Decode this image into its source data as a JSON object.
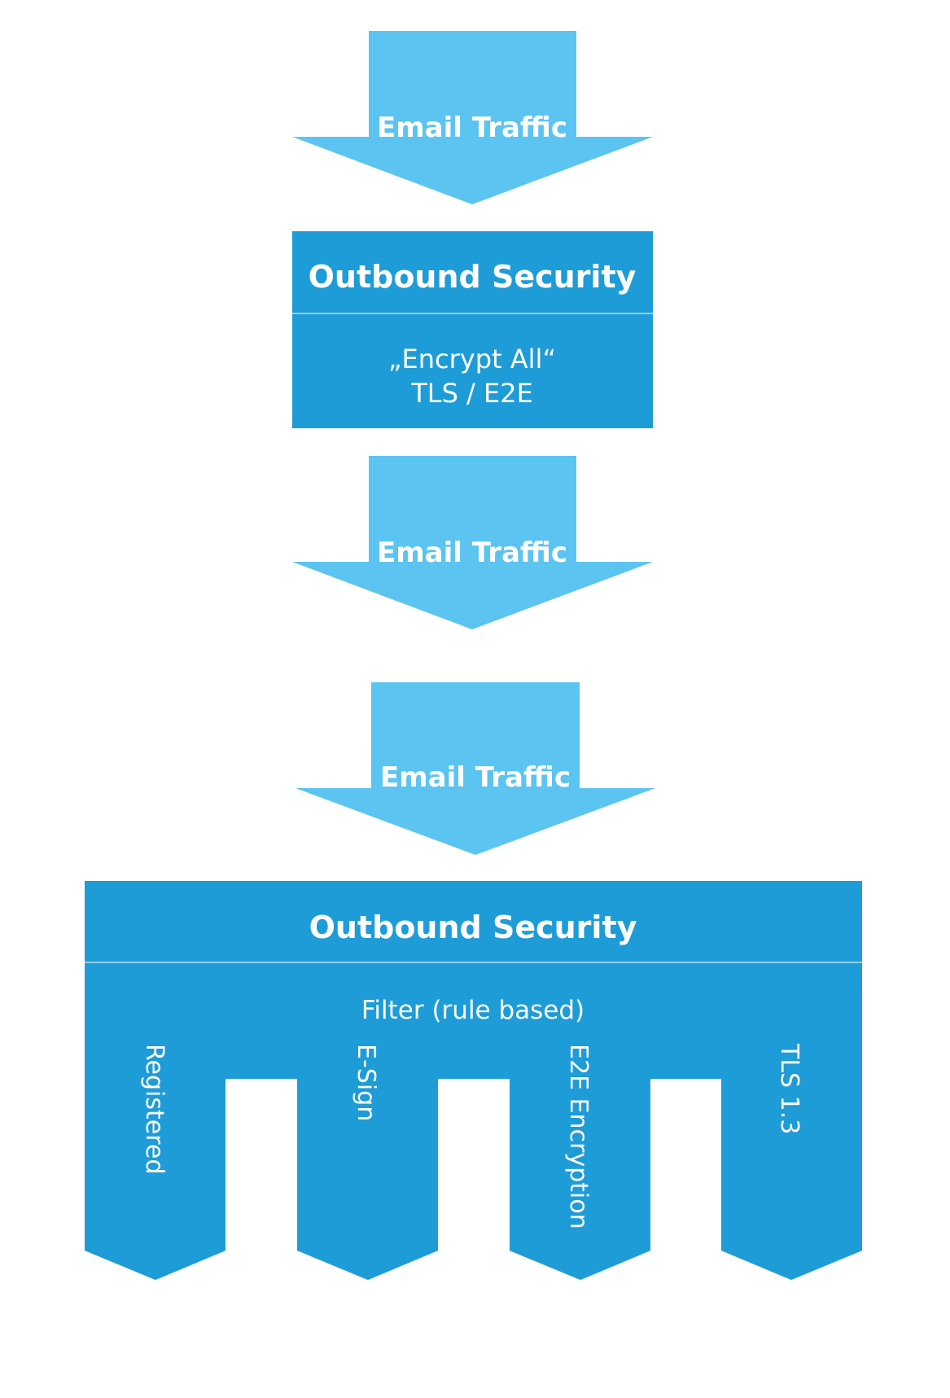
{
  "colors": {
    "arrow": "#5bc4f0",
    "box": "#1e9cd7",
    "divider": "#b9e3f6",
    "text": "#ffffff",
    "background": "#ffffff"
  },
  "arrows": [
    {
      "label": "Email Traffic"
    },
    {
      "label": "Email Traffic"
    },
    {
      "label": "Email Traffic"
    }
  ],
  "outbound_simple": {
    "title": "Outbound Security",
    "line1": "„Encrypt All“",
    "line2": "TLS / E2E"
  },
  "outbound_filter": {
    "title": "Outbound Security",
    "subtitle": "Filter (rule based)",
    "branches": [
      "Registered",
      "E-Sign",
      "E2E Encryption",
      "TLS 1.3"
    ]
  }
}
